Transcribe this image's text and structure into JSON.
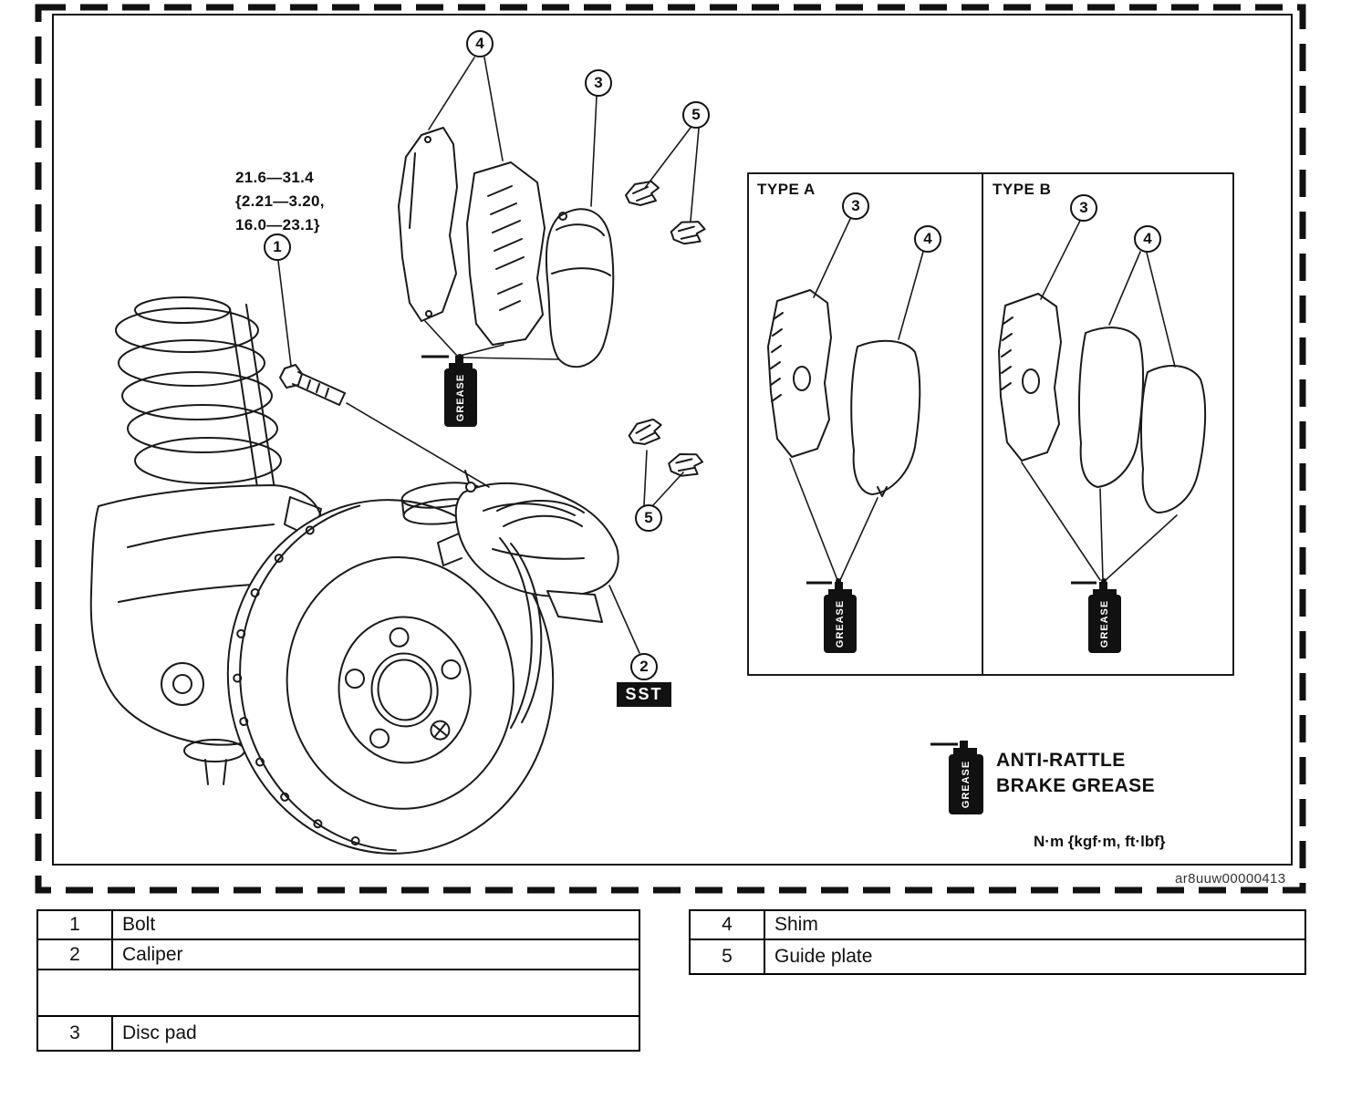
{
  "figure": {
    "torque_spec": {
      "line1": "21.6—31.4",
      "line2": "{2.21—3.20,",
      "line3": "16.0—23.1}"
    },
    "callouts": {
      "bolt": "1",
      "caliper": "2",
      "disc_pad": "3",
      "shim": "4",
      "guide_plate": "5"
    },
    "sst_label": "SST",
    "grease_can_text": "GREASE",
    "panels": {
      "type_a": "TYPE A",
      "type_b": "TYPE B"
    },
    "anti_rattle": {
      "line1": "ANTI-RATTLE",
      "line2": "BRAKE GREASE"
    },
    "units_note": "N·m {kgf·m, ft·lbf}",
    "figure_code": "ar8uuw00000413"
  },
  "legend": {
    "left_rows": [
      {
        "num": "1",
        "label": "Bolt"
      },
      {
        "num": "2",
        "label": "Caliper"
      },
      {
        "num": "3",
        "label": "Disc pad"
      }
    ],
    "right_rows": [
      {
        "num": "4",
        "label": "Shim"
      },
      {
        "num": "5",
        "label": "Guide plate"
      }
    ]
  }
}
